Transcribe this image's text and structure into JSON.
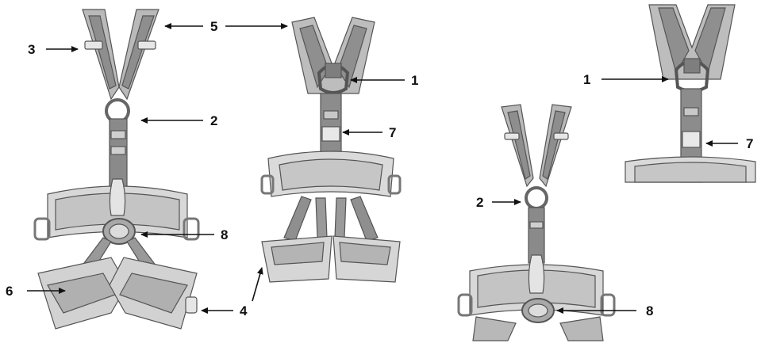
{
  "diagram": {
    "views": [
      {
        "id": "front",
        "label": ""
      },
      {
        "id": "back",
        "label": ""
      },
      {
        "id": "front-detail",
        "label": ""
      },
      {
        "id": "back-detail",
        "label": ""
      }
    ],
    "callouts": [
      {
        "id": "c3",
        "text": "3"
      },
      {
        "id": "c5",
        "text": "5"
      },
      {
        "id": "c2a",
        "text": "2"
      },
      {
        "id": "c8a",
        "text": "8"
      },
      {
        "id": "c6",
        "text": "6"
      },
      {
        "id": "c4",
        "text": "4"
      },
      {
        "id": "c1a",
        "text": "1"
      },
      {
        "id": "c7a",
        "text": "7"
      },
      {
        "id": "c1b",
        "text": "1"
      },
      {
        "id": "c7b",
        "text": "7"
      },
      {
        "id": "c2b",
        "text": "2"
      },
      {
        "id": "c8b",
        "text": "8"
      }
    ]
  }
}
